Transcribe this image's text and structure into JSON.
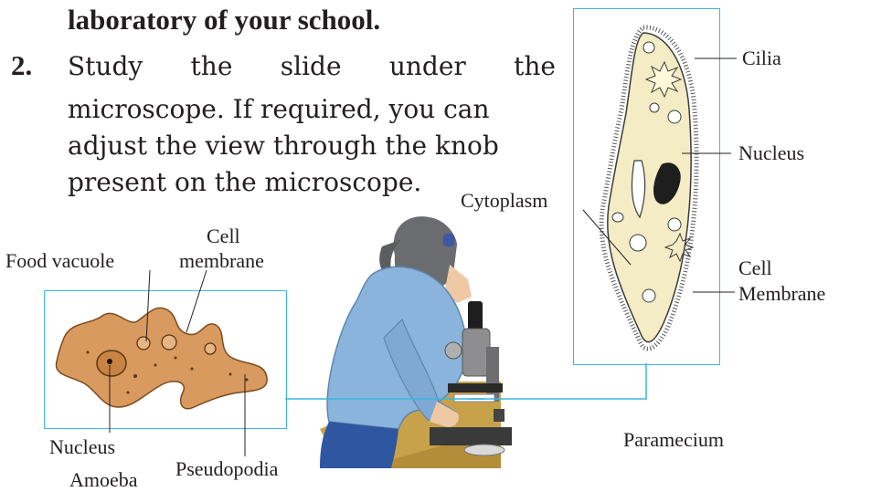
{
  "text": {
    "line0": "laboratory of your school.",
    "step_number": "2.",
    "step_lines": [
      "Study the slide under the",
      "microscope. If required, you can",
      "adjust the view through the knob",
      "present on the microscope."
    ]
  },
  "amoeba": {
    "caption": "Amoeba",
    "labels": {
      "cell": "Cell",
      "membrane": "membrane",
      "food_vacuole": "Food vacuole",
      "nucleus": "Nucleus",
      "pseudopodia": "Pseudopodia"
    }
  },
  "paramecium": {
    "caption": "Paramecium",
    "labels": {
      "cilia": "Cilia",
      "nucleus": "Nucleus",
      "cytoplasm": "Cytoplasm",
      "cell": "Cell",
      "membrane": "Membrane"
    }
  },
  "colors": {
    "frame_blue": "#3cb4e0",
    "amoeba_fill": "#d89a5e",
    "paramecium_fill": "#f3ecc4",
    "shirt": "#8ab4dc",
    "table": "#c8a24a"
  }
}
